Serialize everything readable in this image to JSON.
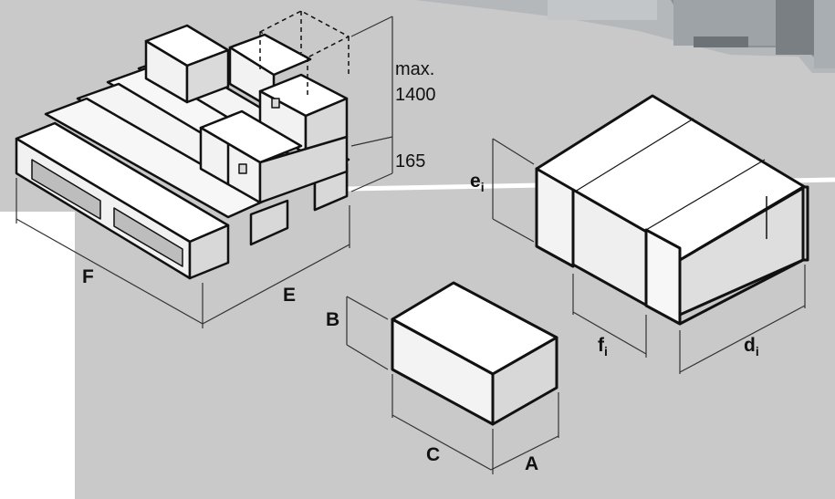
{
  "colors": {
    "background": "#c9c9c9",
    "box_front": "#f3f3f3",
    "box_top": "#ffffff",
    "box_side": "#d8d8d8",
    "outline": "#111111",
    "dim_line": "#333333",
    "divider_line": "#ffffff"
  },
  "labels": {
    "height_prefix": "max.",
    "height_value": "1400",
    "pallet_height": "165",
    "pallet_length": "F",
    "pallet_width": "E",
    "box_height": "B",
    "box_length": "C",
    "box_width": "A",
    "inner_height_main": "e",
    "inner_height_sub": "i",
    "inner_flap_main": "f",
    "inner_flap_sub": "i",
    "inner_depth_main": "d",
    "inner_depth_sub": "i"
  },
  "icons": [
    "pallet-with-boxes",
    "closed-box",
    "open-tube-box",
    "machine-photo-fragment"
  ]
}
